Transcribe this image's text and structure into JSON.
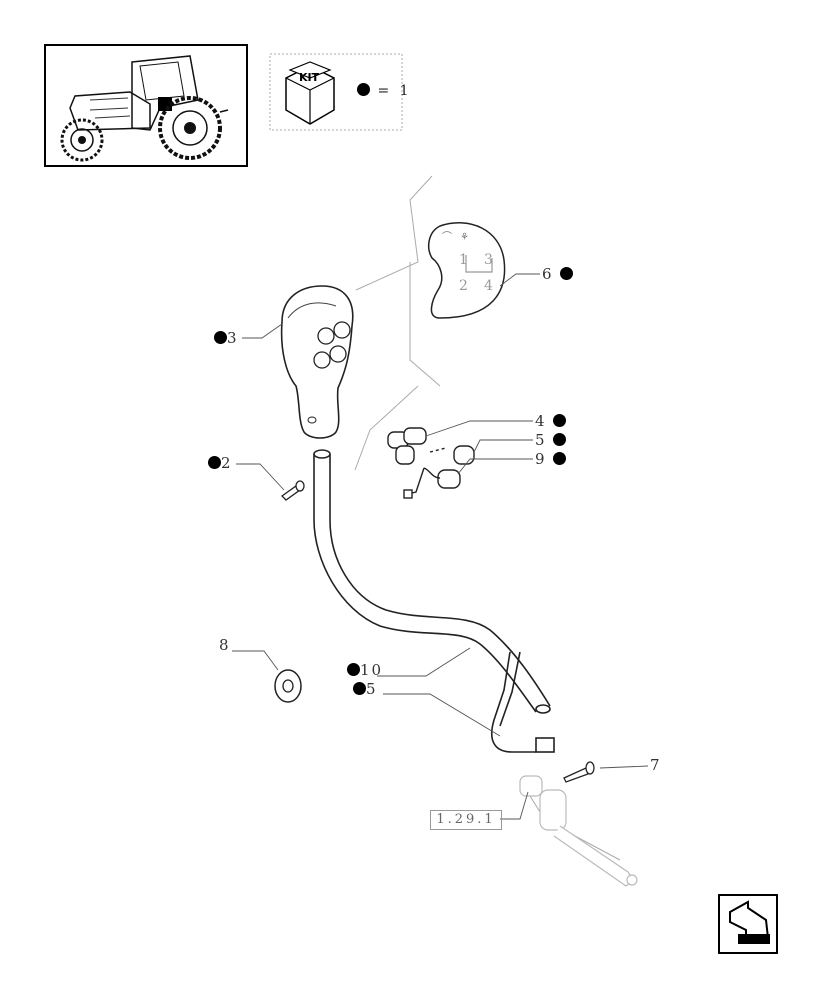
{
  "thumbnail": {
    "icon": "tractor-thumbnail-icon"
  },
  "kit_legend": {
    "label": "KIT",
    "equals_text": "= 1"
  },
  "knob_plate": {
    "symbols": [
      "1",
      "3",
      "2",
      "4"
    ]
  },
  "callouts": {
    "c2": "2",
    "c3": "3",
    "c4": "4",
    "c5a": "5",
    "c5b": "5",
    "c6": "6",
    "c7": "7",
    "c8": "8",
    "c9": "9",
    "c10": "10"
  },
  "reference_box": "1.29.1",
  "nav": {
    "icon": "back-arrow-icon"
  }
}
